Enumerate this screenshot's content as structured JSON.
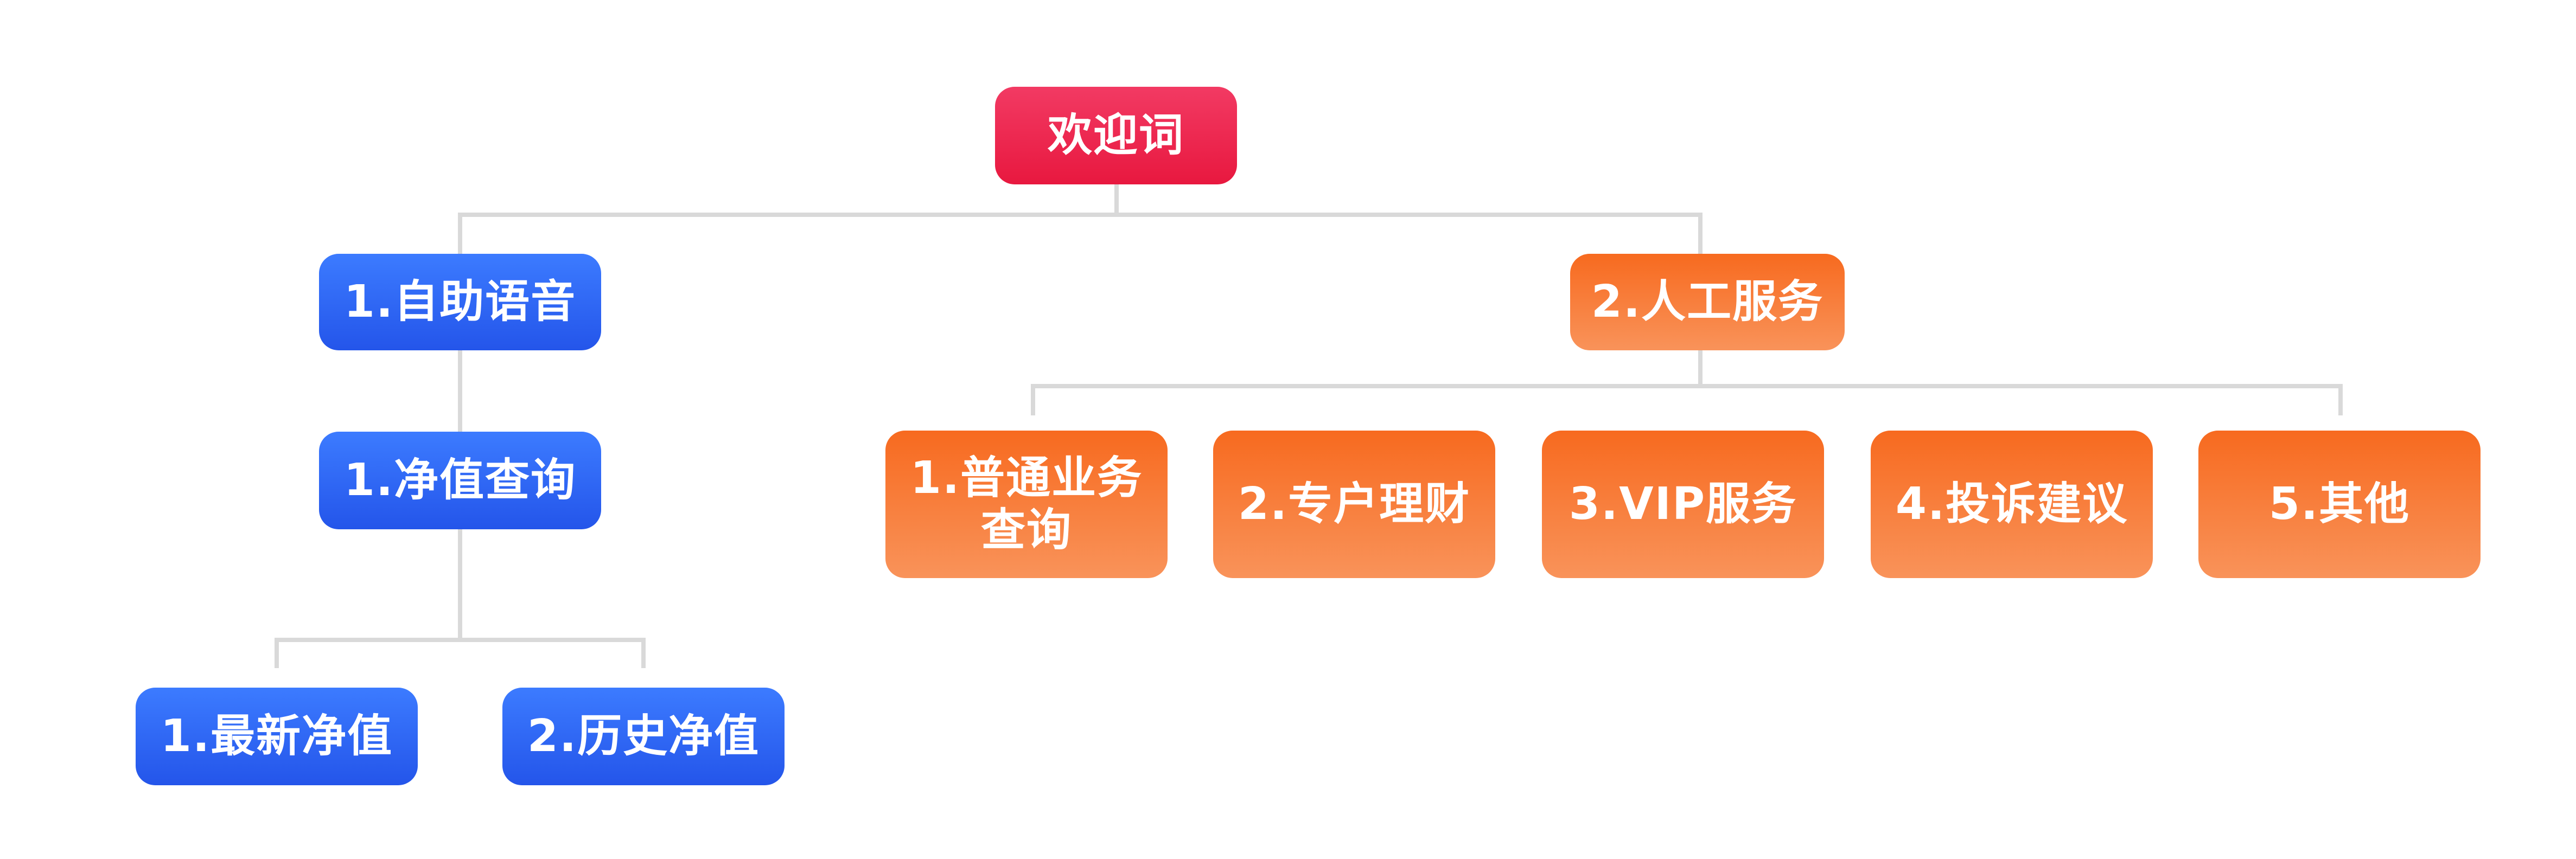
{
  "colors": {
    "connector": "#d9d9d9",
    "root": "#e8183f",
    "branch_blue": "#2f63f5",
    "branch_orange": "#f77a30",
    "text": "#ffffff"
  },
  "root": {
    "label": "欢迎词"
  },
  "left_branch": {
    "label": "1.自助语音",
    "child": {
      "label": "1.净值查询",
      "children": [
        {
          "label": "1.最新净值"
        },
        {
          "label": "2.历史净值"
        }
      ]
    }
  },
  "right_branch": {
    "label": "2.人工服务",
    "children": [
      {
        "label": "1.普通业务\n查询"
      },
      {
        "label": "2.专户理财"
      },
      {
        "label": "3.VIP服务"
      },
      {
        "label": "4.投诉建议"
      },
      {
        "label": "5.其他"
      }
    ]
  }
}
